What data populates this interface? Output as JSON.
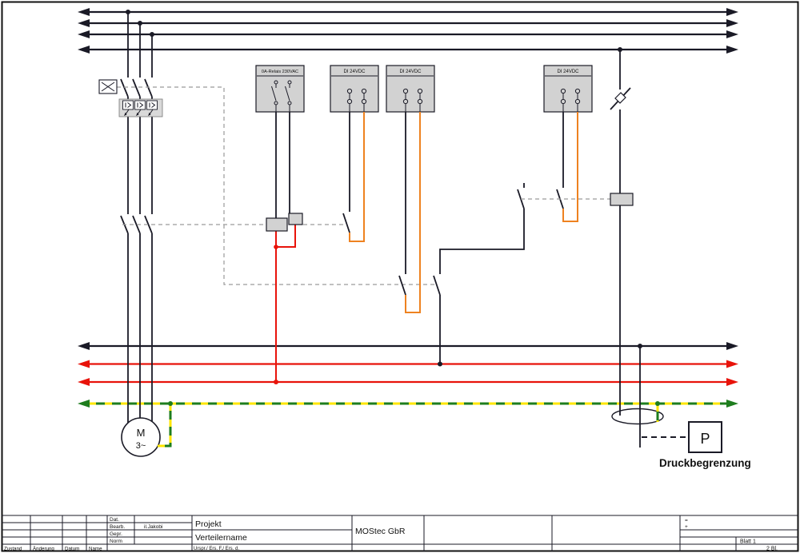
{
  "modules": {
    "relay_label": "0A-Relais 230VAC",
    "di_label": "DI 24VDC"
  },
  "motor": {
    "letter": "M",
    "phases": "3~"
  },
  "pressure": {
    "symbol": "P",
    "label": "Druckbegrenzung"
  },
  "titleblock": {
    "dat": "Dat.",
    "bearb": "Bearb.",
    "bearb_value": "il.Jakobi",
    "gepr": "Gepr.",
    "norm": "Norm",
    "projekt": "Projekt",
    "verteilername": "Verteilername",
    "company": "MOStec GbR",
    "urspr": "Urspr./ Ers. F./ Ers. d.",
    "equals": "=",
    "plus": "+",
    "blatt": "Blatt 1",
    "bl": "2  Bl.",
    "zustand": "Zustand",
    "aenderung": "Änderung",
    "datum": "Datum",
    "name": "Name"
  },
  "colors": {
    "wire": "#1a1a26",
    "red": "#e8130a",
    "orange": "#ee8220",
    "green": "#1e7d1e",
    "yellow": "#ffe600",
    "module_fill": "#d2d2d2"
  }
}
